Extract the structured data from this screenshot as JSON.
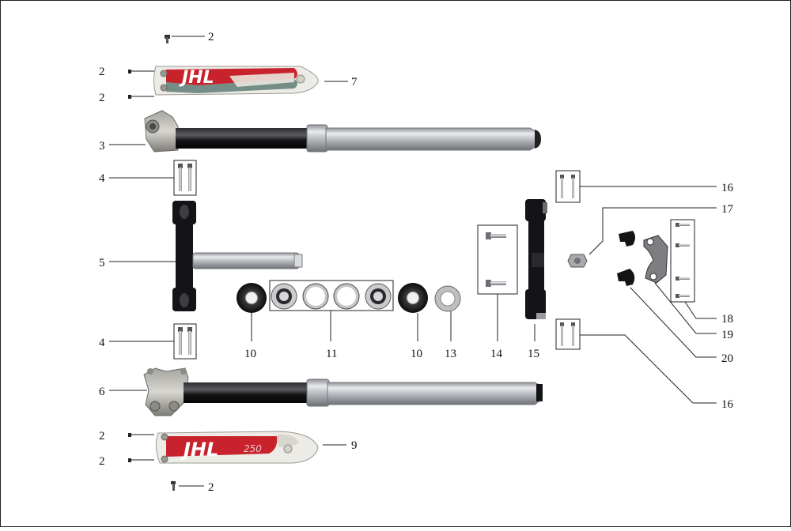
{
  "diagram": {
    "callouts": {
      "c2_top": "2",
      "c2_guard_top_a": "2",
      "c2_guard_top_b": "2",
      "c7": "7",
      "c3": "3",
      "c4_top": "4",
      "c5": "5",
      "c4_bottom": "4",
      "c6": "6",
      "c2_guard_bot_a": "2",
      "c2_guard_bot_b": "2",
      "c9": "9",
      "c2_bottom": "2",
      "c10_left": "10",
      "c11": "11",
      "c10_right": "10",
      "c13": "13",
      "c14": "14",
      "c15": "15",
      "c16_top": "16",
      "c17": "17",
      "c18": "18",
      "c19": "19",
      "c20": "20",
      "c16_bottom": "16"
    },
    "guard_logo_top": "JHL",
    "guard_logo_bottom": "JHL",
    "guard_handwriting_bottom": "250",
    "colors": {
      "guard_red": "#c8232c",
      "guard_white": "#ecebe6",
      "guard_teal": "#5f7d74",
      "tube_silver": "#b9bcc0",
      "tube_black": "#1a1a1c",
      "clamp_black": "#141416"
    }
  }
}
